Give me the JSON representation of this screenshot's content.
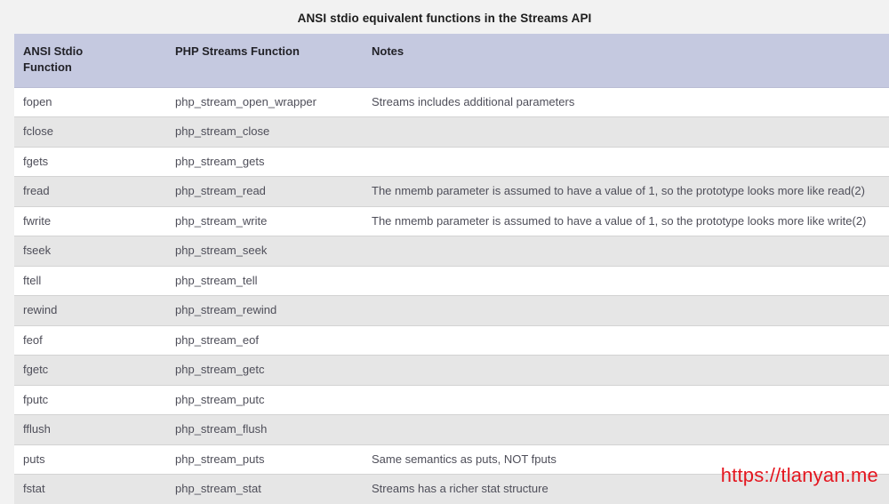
{
  "title": "ANSI stdio equivalent functions in the Streams API",
  "watermark": "https://tlanyan.me",
  "colors": {
    "page_background": "#f2f2f2",
    "header_background": "#c5c9e0",
    "row_odd": "#ffffff",
    "row_even": "#e6e6e6",
    "text": "#4e4e59",
    "title_text": "#1d1d1d",
    "watermark_red": "#e4161f"
  },
  "table": {
    "columns": [
      "ANSI Stdio Function",
      "PHP Streams Function",
      "Notes"
    ],
    "column_header_lines": [
      [
        "ANSI Stdio",
        "Function"
      ],
      [
        "PHP Streams Function"
      ],
      [
        "Notes"
      ]
    ],
    "rows": [
      {
        "ansi": "fopen",
        "php": "php_stream_open_wrapper",
        "notes": "Streams includes additional parameters"
      },
      {
        "ansi": "fclose",
        "php": "php_stream_close",
        "notes": ""
      },
      {
        "ansi": "fgets",
        "php": "php_stream_gets",
        "notes": ""
      },
      {
        "ansi": "fread",
        "php": "php_stream_read",
        "notes": "The nmemb parameter is assumed to have a value of 1, so the prototype looks more like read(2)"
      },
      {
        "ansi": "fwrite",
        "php": "php_stream_write",
        "notes": "The nmemb parameter is assumed to have a value of 1, so the prototype looks more like write(2)"
      },
      {
        "ansi": "fseek",
        "php": "php_stream_seek",
        "notes": ""
      },
      {
        "ansi": "ftell",
        "php": "php_stream_tell",
        "notes": ""
      },
      {
        "ansi": "rewind",
        "php": "php_stream_rewind",
        "notes": ""
      },
      {
        "ansi": "feof",
        "php": "php_stream_eof",
        "notes": ""
      },
      {
        "ansi": "fgetc",
        "php": "php_stream_getc",
        "notes": ""
      },
      {
        "ansi": "fputc",
        "php": "php_stream_putc",
        "notes": ""
      },
      {
        "ansi": "fflush",
        "php": "php_stream_flush",
        "notes": ""
      },
      {
        "ansi": "puts",
        "php": "php_stream_puts",
        "notes": "Same semantics as puts, NOT fputs"
      },
      {
        "ansi": "fstat",
        "php": "php_stream_stat",
        "notes": "Streams has a richer stat structure"
      }
    ]
  }
}
